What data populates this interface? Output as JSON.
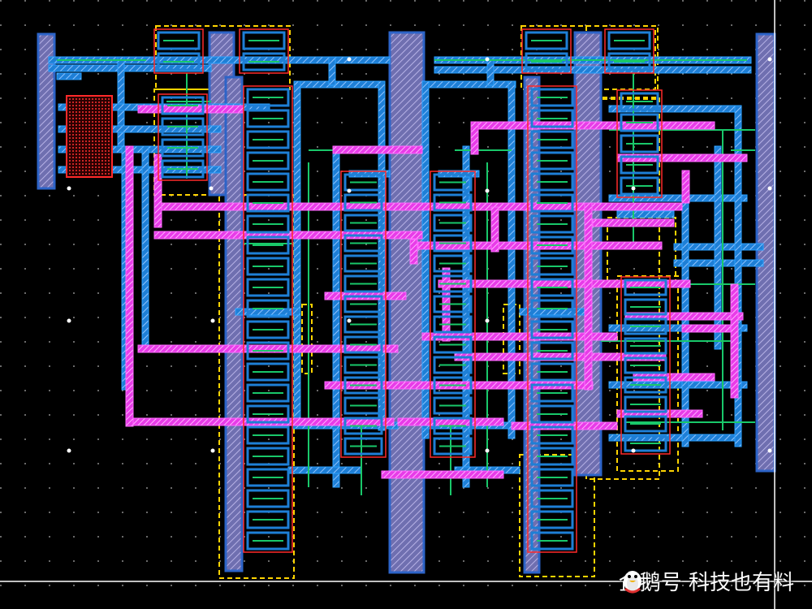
{
  "view": {
    "background_color": "#000000",
    "grid_dot_color": "#8a8a8a",
    "origin_marker_color": "#ffffff"
  },
  "layers": [
    {
      "name": "metal1",
      "color": "#1e7fd6"
    },
    {
      "name": "metal2",
      "color": "#e83ce8"
    },
    {
      "name": "poly",
      "color": "#19c86a"
    },
    {
      "name": "diffusion",
      "color": "#ff2a2a"
    },
    {
      "name": "boundary",
      "color": "#ffd400"
    },
    {
      "name": "power-rail",
      "color": "#8a7fd0"
    }
  ],
  "watermark": {
    "text": "企鹅号 科技也有料",
    "icon": "penguin-logo-icon"
  }
}
